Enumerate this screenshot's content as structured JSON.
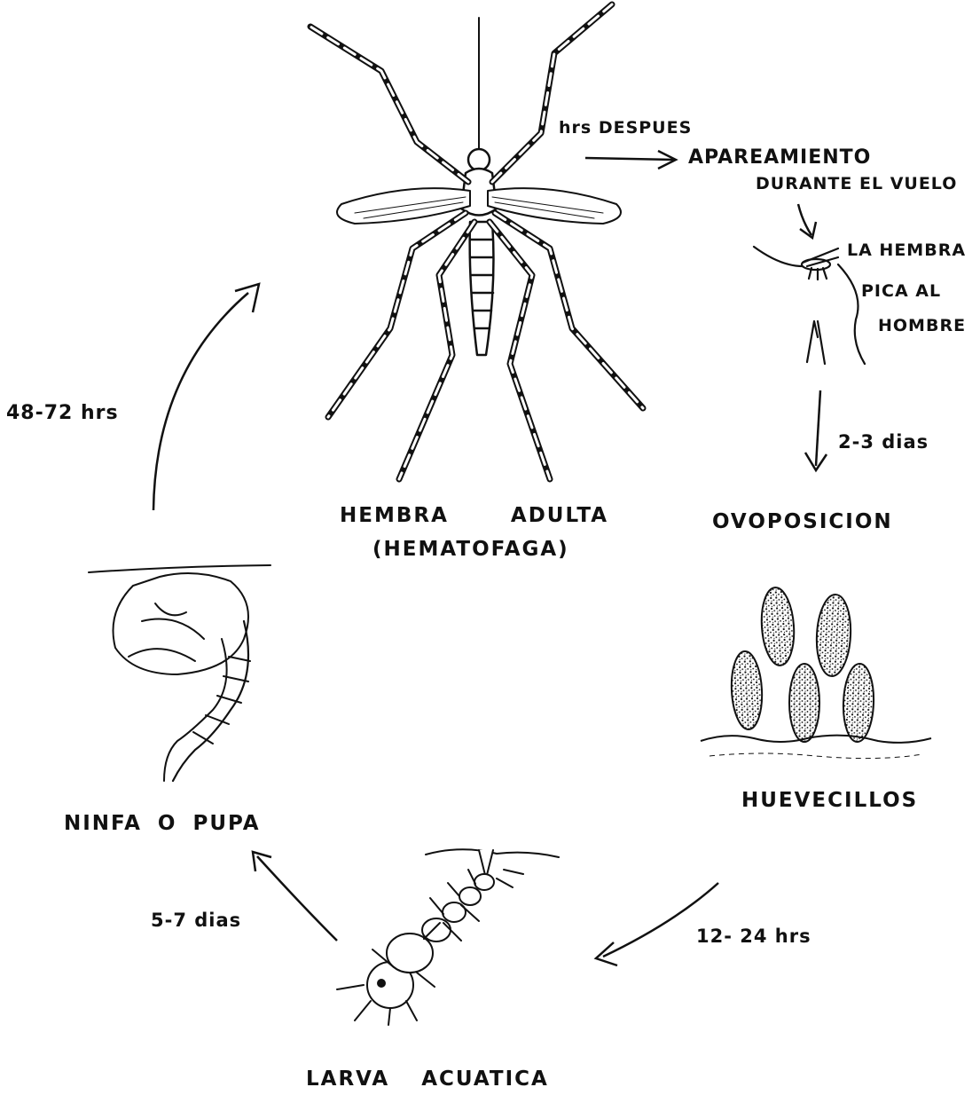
{
  "labels": {
    "hrs_despues": "hrs DESPUES",
    "apareamiento": "APAREAMIENTO",
    "durante_vuelo": "DURANTE EL VUELO",
    "la_hembra": "LA HEMBRA",
    "pica_al": "PICA AL",
    "hombre": "HOMBRE",
    "dias_2_3": "2-3 dias",
    "ovoposicion": "OVOPOSICION",
    "huevecillos": "HUEVECILLOS",
    "hrs_12_24": "12- 24 hrs",
    "larva": "LARVA ACUATICA",
    "dias_5_7": "5-7 dias",
    "ninfa": "NINFA O PUPA",
    "hrs_48_72": "48-72 hrs",
    "hembra_adulta": "HEMBRA ADULTA",
    "hematofaga": "(HEMATOFAGA)"
  },
  "colors": {
    "ink": "#111111",
    "paper": "#ffffff"
  }
}
